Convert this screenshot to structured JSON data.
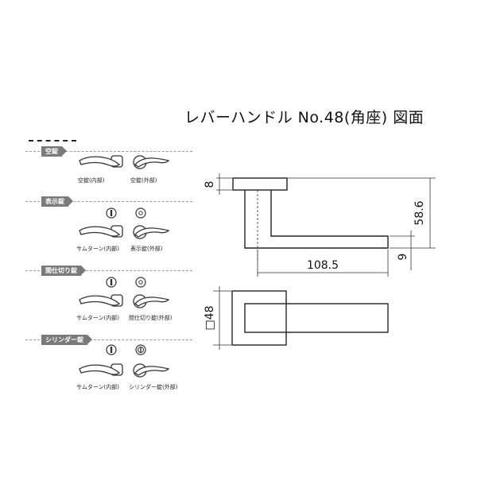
{
  "title": "レバーハンドル No.48(角座) 図面",
  "sections": [
    {
      "label": "空錠",
      "caption_left": "空錠(内部)",
      "caption_right": "空錠(外部)"
    },
    {
      "label": "表示錠",
      "caption_left": "サムターン(内部)",
      "caption_right": "表示錠(外部)"
    },
    {
      "label": "間仕切り錠",
      "caption_left": "サムターン(内部)",
      "caption_right": "間仕切り錠(外部)"
    },
    {
      "label": "シリンダー錠",
      "caption_left": "サムターン(内部)",
      "caption_right": "シリンダー錠(外部)"
    }
  ],
  "dimensions": {
    "rose_thickness": "8",
    "height": "58.6",
    "length": "108.5",
    "lever_thickness": "9",
    "rose_size": "□48"
  }
}
